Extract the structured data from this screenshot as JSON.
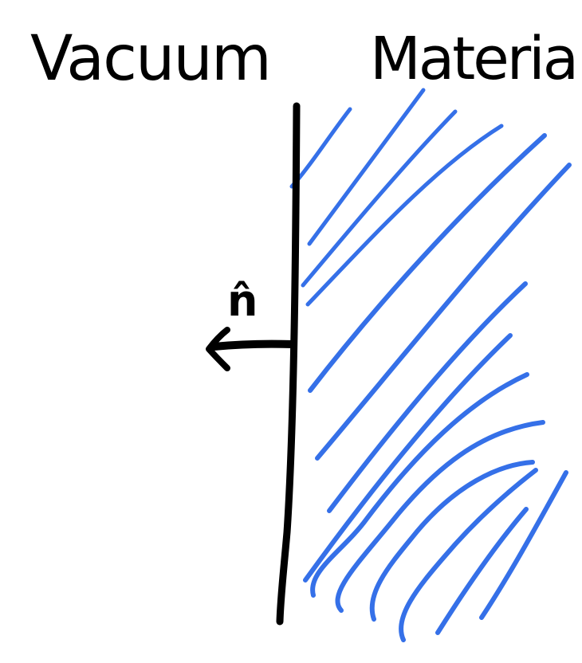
{
  "labels": {
    "vacuum": "Vacuum",
    "material": "Material",
    "normal": "n̂"
  },
  "icons": {
    "normal-vector": "left-arrow-icon"
  },
  "colors": {
    "ink": "#000000",
    "hatch": "#3570E8",
    "background": "#FFFFFF"
  }
}
